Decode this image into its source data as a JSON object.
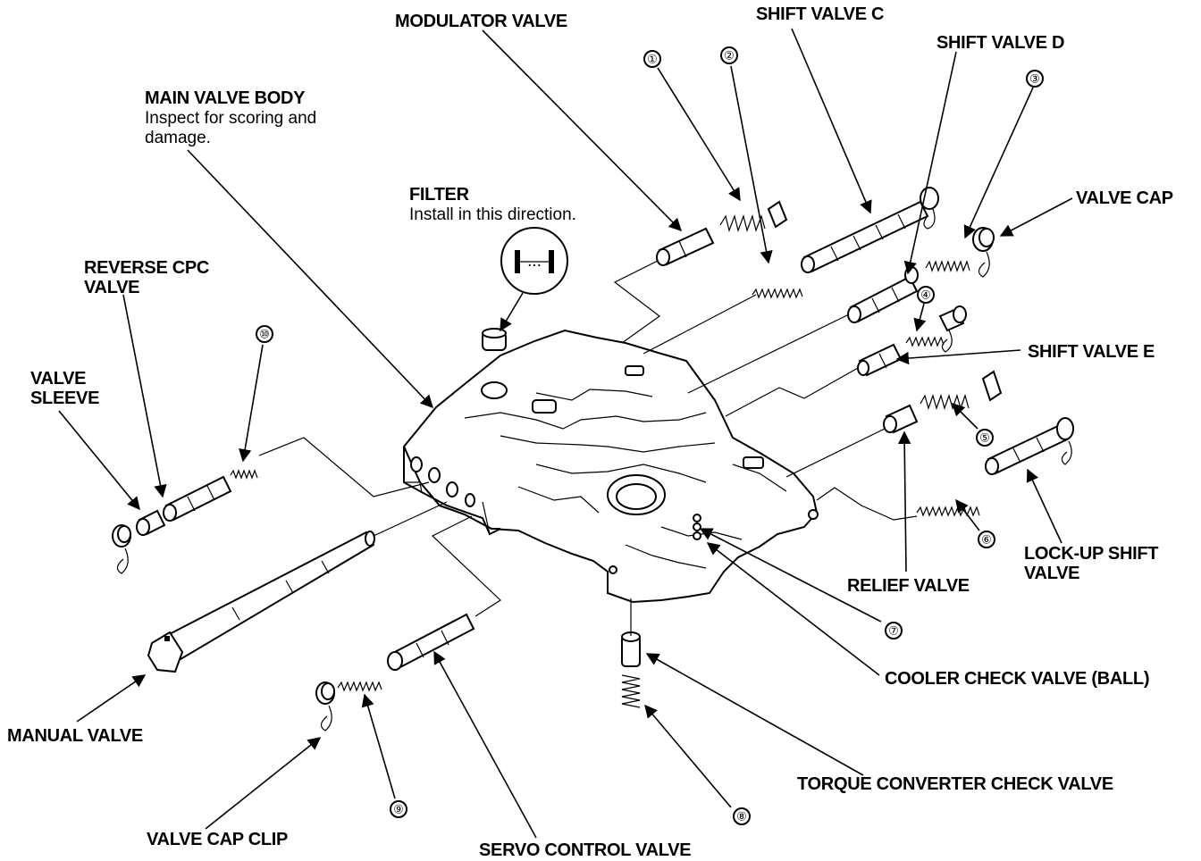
{
  "labels": {
    "modulator_valve": "MODULATOR VALVE",
    "shift_valve_c": "SHIFT VALVE C",
    "shift_valve_d": "SHIFT VALVE D",
    "main_valve_body": "MAIN VALVE BODY",
    "main_valve_body_note_1": "Inspect for scoring and",
    "main_valve_body_note_2": "damage.",
    "filter": "FILTER",
    "filter_note": "Install in this direction.",
    "valve_cap": "VALVE CAP",
    "reverse_cpc_valve_1": "REVERSE CPC",
    "reverse_cpc_valve_2": "VALVE",
    "valve_sleeve_1": "VALVE",
    "valve_sleeve_2": "SLEEVE",
    "shift_valve_e": "SHIFT VALVE E",
    "lock_up_shift_valve_1": "LOCK-UP SHIFT",
    "lock_up_shift_valve_2": "VALVE",
    "relief_valve": "RELIEF VALVE",
    "cooler_check_valve": "COOLER CHECK VALVE (BALL)",
    "manual_valve": "MANUAL VALVE",
    "torque_converter_check_valve": "TORQUE CONVERTER CHECK VALVE",
    "valve_cap_clip": "VALVE CAP CLIP",
    "servo_control_valve": "SERVO CONTROL VALVE"
  },
  "callouts": [
    "①",
    "②",
    "③",
    "④",
    "⑤",
    "⑥",
    "⑦",
    "⑧",
    "⑨",
    "⑩"
  ]
}
